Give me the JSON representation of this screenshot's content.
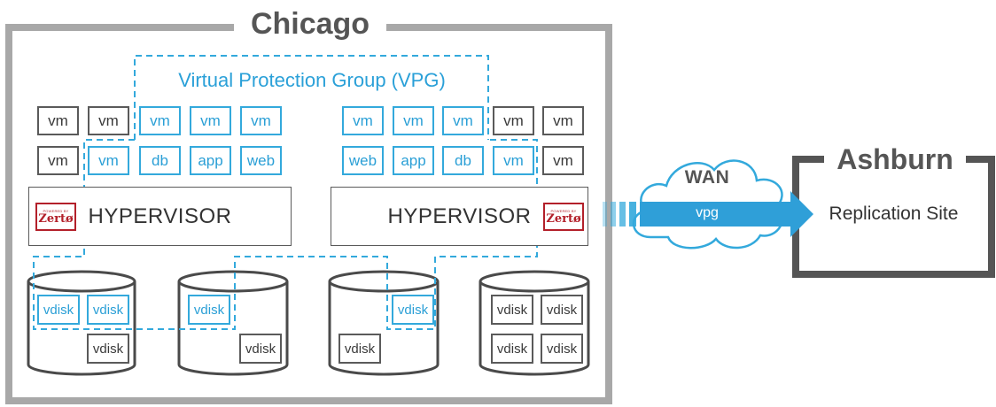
{
  "chicago": {
    "title": "Chicago",
    "vpg_title": "Virtual Protection Group (VPG)",
    "hypervisor_left": "HYPERVISOR",
    "hypervisor_right": "HYPERVISOR",
    "vm_label": "vm",
    "db_label": "db",
    "app_label": "app",
    "web_label": "web",
    "vdisk_label": "vdisk",
    "zerto_powered": "POWERED BY",
    "zerto_name": "Zertø"
  },
  "wan": {
    "label": "WAN",
    "arrow_label": "vpg"
  },
  "ashburn": {
    "title": "Ashburn",
    "site_label": "Replication Site"
  },
  "colors": {
    "vpg_blue": "#33a9dc",
    "gray": "#5a5a5a",
    "zerto_red": "#b3202a"
  }
}
